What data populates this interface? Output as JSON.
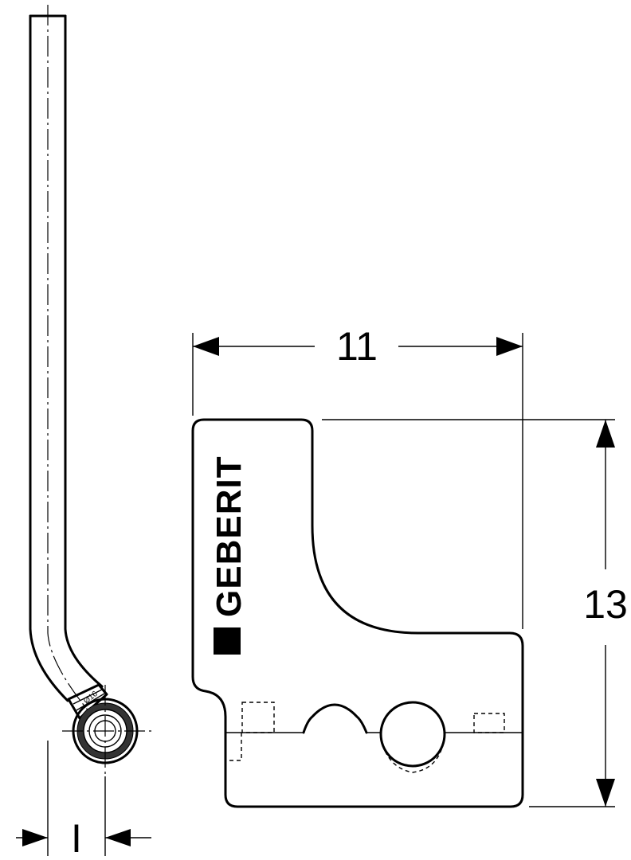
{
  "dimensions": {
    "width_label": "11",
    "height_label": "13",
    "diameter_label": "I"
  },
  "brand": {
    "name": "GEBERIT"
  },
  "pipe_marking": "Ø16"
}
